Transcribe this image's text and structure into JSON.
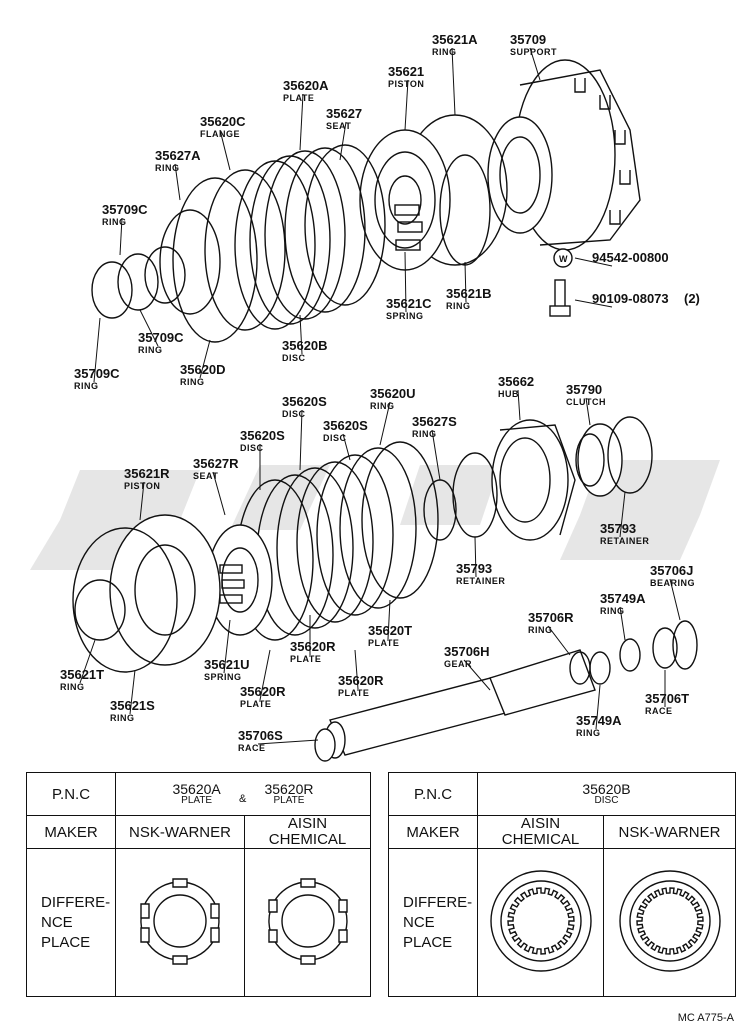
{
  "watermark": "smart-parts",
  "upper_parts": [
    {
      "id": "p1",
      "no": "35621A",
      "name": "RING"
    },
    {
      "id": "p2",
      "no": "35709",
      "name": "SUPPORT"
    },
    {
      "id": "p3",
      "no": "35621",
      "name": "PISTON"
    },
    {
      "id": "p4",
      "no": "35620A",
      "name": "PLATE"
    },
    {
      "id": "p5",
      "no": "35627",
      "name": "SEAT"
    },
    {
      "id": "p6",
      "no": "35620C",
      "name": "FLANGE"
    },
    {
      "id": "p7",
      "no": "35627A",
      "name": "RING"
    },
    {
      "id": "p8",
      "no": "35709C",
      "name": "RING"
    },
    {
      "id": "p9",
      "no": "94542-00800",
      "name": ""
    },
    {
      "id": "p10",
      "no": "90109-08073",
      "name": "(2)"
    },
    {
      "id": "p11",
      "no": "35621C",
      "name": "SPRING"
    },
    {
      "id": "p12",
      "no": "35621B",
      "name": "RING"
    },
    {
      "id": "p13",
      "no": "35709C",
      "name": "RING"
    },
    {
      "id": "p14",
      "no": "35620B",
      "name": "DISC"
    },
    {
      "id": "p15",
      "no": "35620D",
      "name": "RING"
    },
    {
      "id": "p16",
      "no": "35709C",
      "name": "RING"
    }
  ],
  "lower_parts": [
    {
      "id": "q1",
      "no": "35620S",
      "name": "DISC"
    },
    {
      "id": "q2",
      "no": "35620U",
      "name": "RING"
    },
    {
      "id": "q3",
      "no": "35662",
      "name": "HUB"
    },
    {
      "id": "q4",
      "no": "35790",
      "name": "CLUTCH"
    },
    {
      "id": "q5",
      "no": "35620S",
      "name": "DISC"
    },
    {
      "id": "q6",
      "no": "35620S",
      "name": "DISC"
    },
    {
      "id": "q7",
      "no": "35627S",
      "name": "RING"
    },
    {
      "id": "q8",
      "no": "35627R",
      "name": "SEAT"
    },
    {
      "id": "q9",
      "no": "35621R",
      "name": "PISTON"
    },
    {
      "id": "q10",
      "no": "35793",
      "name": "RETAINER"
    },
    {
      "id": "q11",
      "no": "35793",
      "name": "RETAINER"
    },
    {
      "id": "q12",
      "no": "35706J",
      "name": "BEARING"
    },
    {
      "id": "q13",
      "no": "35749A",
      "name": "RING"
    },
    {
      "id": "q14",
      "no": "35706R",
      "name": "RING"
    },
    {
      "id": "q15",
      "no": "35620T",
      "name": "PLATE"
    },
    {
      "id": "q16",
      "no": "35620R",
      "name": "PLATE"
    },
    {
      "id": "q17",
      "no": "35706H",
      "name": "GEAR"
    },
    {
      "id": "q18",
      "no": "35621U",
      "name": "SPRING"
    },
    {
      "id": "q19",
      "no": "35620R",
      "name": "PLATE"
    },
    {
      "id": "q20",
      "no": "35620R",
      "name": "PLATE"
    },
    {
      "id": "q21",
      "no": "35621T",
      "name": "RING"
    },
    {
      "id": "q22",
      "no": "35621S",
      "name": "RING"
    },
    {
      "id": "q23",
      "no": "35706T",
      "name": "RACE"
    },
    {
      "id": "q24",
      "no": "35749A",
      "name": "RING"
    },
    {
      "id": "q25",
      "no": "35706S",
      "name": "RACE"
    }
  ],
  "table_left": {
    "pnc_label": "P.N.C",
    "part_a": "35620A",
    "part_a_name": "PLATE",
    "amp": "&",
    "part_b": "35620R",
    "part_b_name": "PLATE",
    "maker_label": "MAKER",
    "maker_1": "NSK-WARNER",
    "maker_2_line1": "AISIN",
    "maker_2_line2": "CHEMICAL",
    "diff_label_1": "DIFFERE-",
    "diff_label_2": "NCE",
    "diff_label_3": "PLACE"
  },
  "table_right": {
    "pnc_label": "P.N.C",
    "part": "35620B",
    "part_name": "DISC",
    "maker_label": "MAKER",
    "maker_1_line1": "AISIN",
    "maker_1_line2": "CHEMICAL",
    "maker_2": "NSK-WARNER",
    "diff_label_1": "DIFFERE-",
    "diff_label_2": "NCE",
    "diff_label_3": "PLACE"
  },
  "diagram_code": "MC A775-A"
}
